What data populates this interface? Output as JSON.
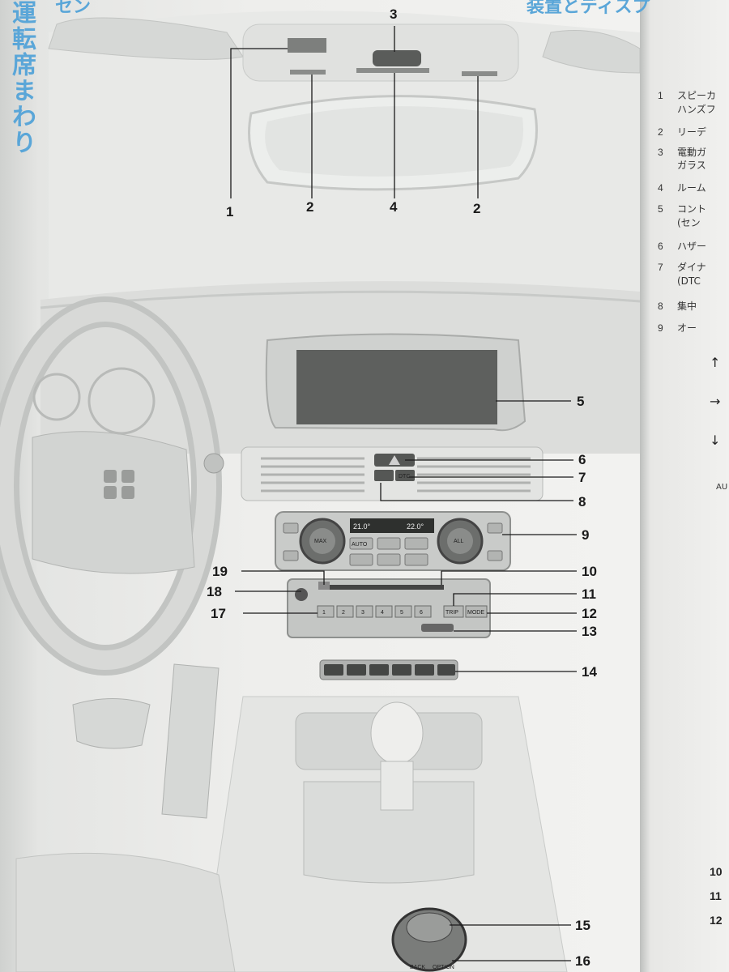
{
  "page": {
    "side_title": "運転席まわり",
    "top_left_heading": "セン",
    "top_right_heading": "装置とディスプ"
  },
  "callouts": [
    "1",
    "2",
    "3",
    "4",
    "2",
    "5",
    "6",
    "7",
    "8",
    "9",
    "19",
    "10",
    "18",
    "11",
    "17",
    "12",
    "13",
    "14",
    "15",
    "16"
  ],
  "legend": [
    {
      "n": "1",
      "text": "スピーカ"
    },
    {
      "n": "",
      "text": "ハンズフ"
    },
    {
      "n": "2",
      "text": "リーデ"
    },
    {
      "n": "3",
      "text": "電動ガ"
    },
    {
      "n": "",
      "text": "ガラス"
    },
    {
      "n": "4",
      "text": "ルーム"
    },
    {
      "n": "5",
      "text": "コント"
    },
    {
      "n": "",
      "text": "(セン"
    },
    {
      "n": "6",
      "text": "ハザー"
    },
    {
      "n": "7",
      "text": "ダイナ"
    },
    {
      "n": "",
      "text": "(DTC"
    },
    {
      "n": "8",
      "text": "集中"
    },
    {
      "n": "9",
      "text": "オー"
    }
  ],
  "side_icons": [
    "↑",
    "→",
    "↓"
  ],
  "side_small_text": "AU",
  "bottom_numbers": [
    "10",
    "11",
    "12"
  ],
  "climate": {
    "left_temp": "21.0°",
    "right_temp": "22.0°",
    "left_knob": "MAX",
    "right_knob": "ALL",
    "auto_label": "AUTO"
  },
  "radio": {
    "presets": [
      "1",
      "2",
      "3",
      "4",
      "5",
      "6"
    ],
    "trip_label": "TRIP",
    "mode_label": "MODE"
  },
  "dtc_label": "DTC",
  "controller": {
    "back_label": "BACK",
    "option_label": "OPTION"
  }
}
